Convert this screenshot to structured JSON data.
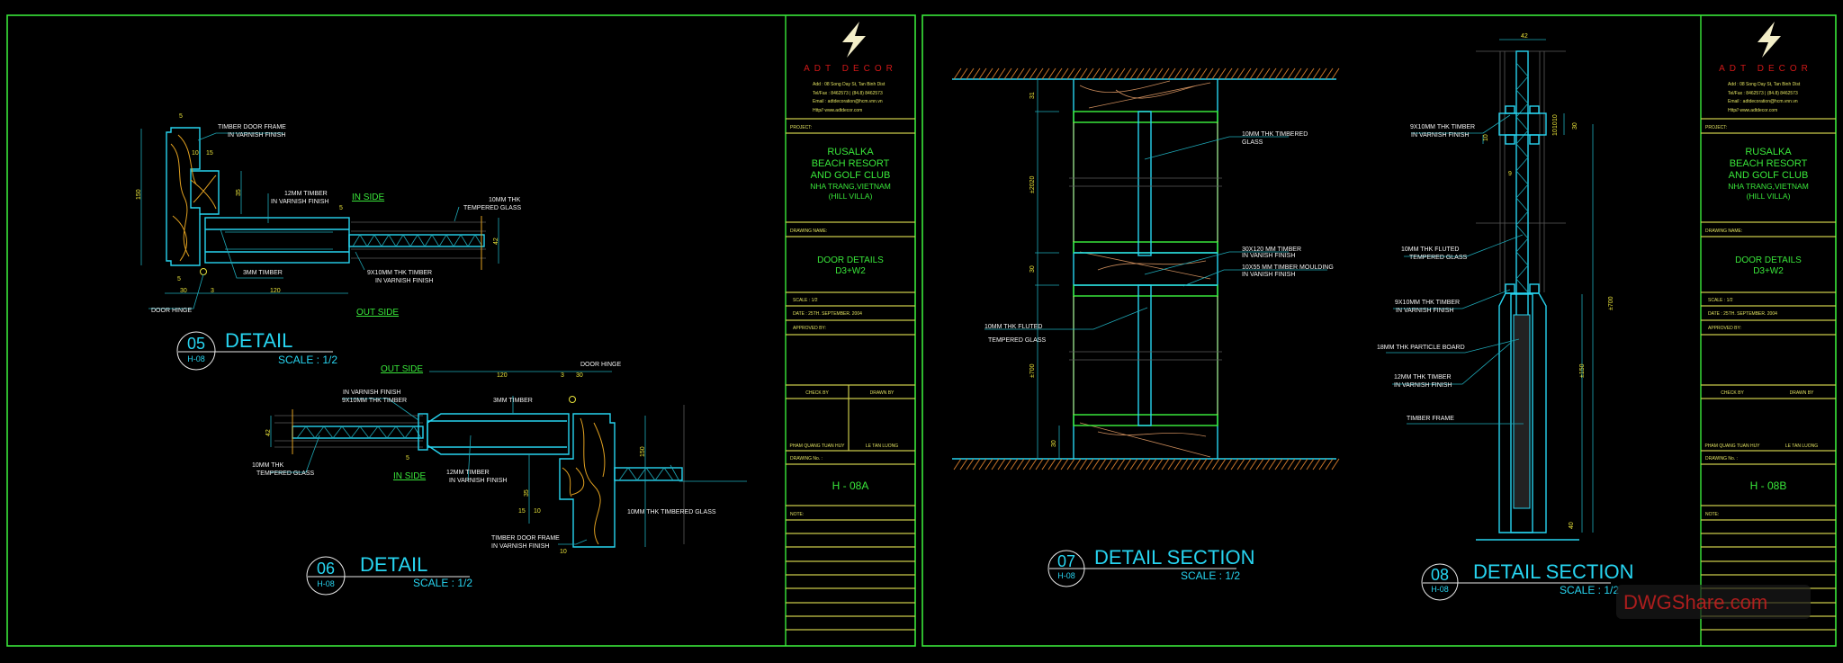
{
  "sheets": [
    {
      "title_block": {
        "logo_text": "ADT DECOR",
        "company": {
          "address": "Add    : 08 Song Day St, Tan Binh Dist",
          "tel": "Tel/Fax : 8462573 | (84.8) 8462573",
          "email": "Email   : adtdecoration@hcm.vnn.vn",
          "web": "Http// www.adtdecor.com"
        },
        "project_label": "PROJECT:",
        "project_lines": [
          "RUSALKA",
          "BEACH RESORT",
          "AND GOLF CLUB",
          "NHA TRANG,VIETNAM",
          "(HILL VILLA)"
        ],
        "drawing_name_label": "DRAWING NAME:",
        "drawing_name_lines": [
          "DOOR  DETAILS",
          "D3+W2"
        ],
        "scale": "SCALE :  1/2",
        "date": "DATE : 25TH. SEPTEMBER. 2004",
        "approved": "APPROVED BY:",
        "checked_by_label": "CHECK BY",
        "drawn_by_label": "DRAWN BY",
        "checked_by": "PHAM QUANG TUAN HUY",
        "drawn_by": "LE TAN LUONG",
        "drawing_no_label": "DRAWING No. :",
        "drawing_no": "H - 08A",
        "note_label": "NOTE:"
      },
      "details": [
        {
          "number": "05",
          "ref": "H-08",
          "title": "DETAIL",
          "scale": "SCALE : 1/2",
          "sides": [
            "IN SIDE",
            "OUT SIDE"
          ],
          "labels": [
            "TIMBER DOOR FRAME",
            "IN VARNISH FINISH",
            "12MM TIMBER",
            "IN VARNISH FINISH",
            "10MM THK",
            "TEMPERED GLASS",
            "3MM TIMBER",
            "9X10MM THK TIMBER",
            "IN VARNISH FINISH",
            "DOOR HINGE"
          ],
          "dimensions": [
            "5",
            "10",
            "15",
            "150",
            "35",
            "5",
            "42",
            "5",
            "30",
            "3",
            "120"
          ]
        },
        {
          "number": "06",
          "ref": "H-08",
          "title": "DETAIL",
          "scale": "SCALE : 1/2",
          "sides": [
            "OUT SIDE",
            "IN SIDE"
          ],
          "labels": [
            "IN VARNISH FINISH",
            "9X10MM THK TIMBER",
            "3MM TIMBER",
            "DOOR HINGE",
            "10MM THK",
            "TEMPERED GLASS",
            "12MM TIMBER",
            "IN VARNISH FINISH",
            "TIMBER DOOR FRAME",
            "IN VARNISH FINISH",
            "10MM THK TIMBERED GLASS"
          ],
          "dimensions": [
            "120",
            "3",
            "30",
            "42",
            "5",
            "35",
            "150",
            "15",
            "10",
            "10"
          ]
        }
      ]
    },
    {
      "title_block": {
        "logo_text": "ADT DECOR",
        "company": {
          "address": "Add    : 08 Song Day St, Tan Binh Dist",
          "tel": "Tel/Fax : 8462573 | (84.8) 8462573",
          "email": "Email   : adtdecoration@hcm.vnn.vn",
          "web": "Http// www.adtdecor.com"
        },
        "project_label": "PROJECT:",
        "project_lines": [
          "RUSALKA",
          "BEACH RESORT",
          "AND GOLF CLUB",
          "NHA TRANG,VIETNAM",
          "(HILL VILLA)"
        ],
        "drawing_name_label": "DRAWING NAME:",
        "drawing_name_lines": [
          "DOOR  DETAILS",
          "D3+W2"
        ],
        "scale": "SCALE :  1/2",
        "date": "DATE : 25TH. SEPTEMBER. 2004",
        "approved": "APPROVED BY:",
        "checked_by_label": "CHECK BY",
        "drawn_by_label": "DRAWN BY",
        "checked_by": "PHAM QUANG TUAN HUY",
        "drawn_by": "LE TAN LUONG",
        "drawing_no_label": "DRAWING No. :",
        "drawing_no": "H - 08B",
        "note_label": "NOTE:"
      },
      "details": [
        {
          "number": "07",
          "ref": "H-08",
          "title": "DETAIL SECTION",
          "scale": "SCALE : 1/2",
          "labels": [
            "10MM THK TIMBERED",
            "GLASS",
            "30X120 MM TIMBER",
            "IN VANISH FINISH",
            "10X55 MM TIMBER MOULDING",
            "IN VANISH FINISH",
            "10MM THK FLUTED",
            "TEMPERED GLASS"
          ],
          "dimensions": [
            "31",
            "±2020",
            "30",
            "±700",
            "30"
          ]
        },
        {
          "number": "08",
          "ref": "H-08",
          "title": "DETAIL SECTION",
          "scale": "SCALE : 1/2",
          "labels": [
            "9X10MM THK TIMBER",
            "IN VARNISH FINISH",
            "10MM THK FLUTED",
            "TEMPERED GLASS",
            "9X10MM THK TIMBER",
            "IN VARNISH FINISH",
            "18MM THK PARTICLE BOARD",
            "12MM THK TIMBER",
            "IN VARNISH FINISH",
            "TIMBER FRAME"
          ],
          "dimensions": [
            "42",
            "10",
            "10",
            "10",
            "30",
            "10",
            "9",
            "±700",
            "±150",
            "40"
          ]
        }
      ]
    }
  ],
  "watermark": "DWGShare.com",
  "colors": {
    "frame": "#39e63a",
    "drawing": "#27d4f0",
    "dimension": "#e8e23a",
    "timber": "#e0a020",
    "logo_red": "#d01818"
  }
}
